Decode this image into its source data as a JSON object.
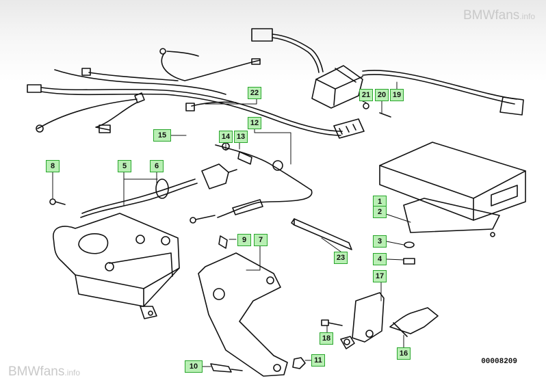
{
  "watermark": {
    "brand": "BMWfans",
    "domain": ".info"
  },
  "diagram_number": "00008209",
  "callouts": [
    {
      "id": "1",
      "label": "1"
    },
    {
      "id": "2",
      "label": "2"
    },
    {
      "id": "3",
      "label": "3"
    },
    {
      "id": "4",
      "label": "4"
    },
    {
      "id": "5",
      "label": "5"
    },
    {
      "id": "6",
      "label": "6"
    },
    {
      "id": "7",
      "label": "7"
    },
    {
      "id": "8",
      "label": "8"
    },
    {
      "id": "9",
      "label": "9"
    },
    {
      "id": "10",
      "label": "10"
    },
    {
      "id": "11",
      "label": "11"
    },
    {
      "id": "12",
      "label": "12"
    },
    {
      "id": "13",
      "label": "13"
    },
    {
      "id": "14",
      "label": "14"
    },
    {
      "id": "15",
      "label": "15"
    },
    {
      "id": "16",
      "label": "16"
    },
    {
      "id": "17",
      "label": "17"
    },
    {
      "id": "18",
      "label": "18"
    },
    {
      "id": "19",
      "label": "19"
    },
    {
      "id": "20",
      "label": "20"
    },
    {
      "id": "21",
      "label": "21"
    },
    {
      "id": "22",
      "label": "22"
    },
    {
      "id": "23",
      "label": "23"
    }
  ],
  "colors": {
    "callout_fill": "#b9efb4",
    "callout_border": "#27a52a",
    "ink": "#111111",
    "watermark": "#c9c9c9"
  }
}
